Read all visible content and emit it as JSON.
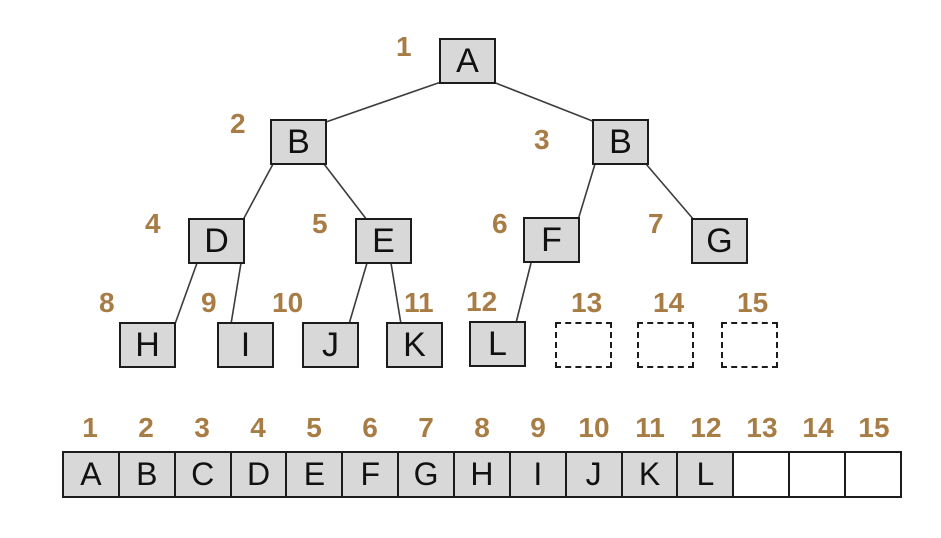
{
  "colors": {
    "index_label": "#a87c45",
    "node_fill": "#d8d8d8",
    "node_border": "#1c1c1c",
    "edge": "#3c3c3c",
    "empty_fill": "#ffffff"
  },
  "tree": {
    "nodes": [
      {
        "index": "1",
        "label": "A"
      },
      {
        "index": "2",
        "label": "B"
      },
      {
        "index": "3",
        "label": "B"
      },
      {
        "index": "4",
        "label": "D"
      },
      {
        "index": "5",
        "label": "E"
      },
      {
        "index": "6",
        "label": "F"
      },
      {
        "index": "7",
        "label": "G"
      },
      {
        "index": "8",
        "label": "H"
      },
      {
        "index": "9",
        "label": "I"
      },
      {
        "index": "10",
        "label": "J"
      },
      {
        "index": "11",
        "label": "K"
      },
      {
        "index": "12",
        "label": "L"
      },
      {
        "index": "13",
        "label": ""
      },
      {
        "index": "14",
        "label": ""
      },
      {
        "index": "15",
        "label": ""
      }
    ]
  },
  "array": {
    "indices": [
      "1",
      "2",
      "3",
      "4",
      "5",
      "6",
      "7",
      "8",
      "9",
      "10",
      "11",
      "12",
      "13",
      "14",
      "15"
    ],
    "cells": [
      "A",
      "B",
      "C",
      "D",
      "E",
      "F",
      "G",
      "H",
      "I",
      "J",
      "K",
      "L",
      "",
      "",
      ""
    ]
  }
}
